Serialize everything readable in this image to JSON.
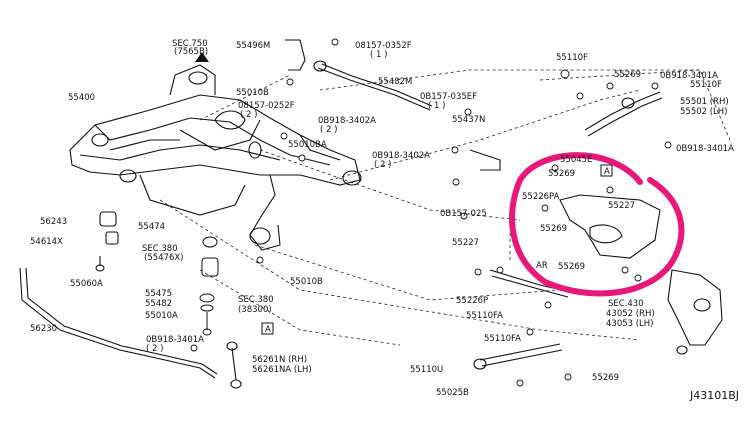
{
  "highlight_color": "#e8177a",
  "diagram_ref": "J43101BJ",
  "labels": {
    "sec750": "SEC.750",
    "sec750b": "(7565B)",
    "p55400": "55400",
    "p55496m": "55496M",
    "bolt08157_0352f": "08157-0352F",
    "bolt08157_0352f_q": "( 1 )",
    "p55010b_top": "55010B",
    "bolt08157_0252f": "08157-0252F",
    "bolt08157_0252f_q": "( 2 )",
    "nut08918_3402a_top": "0B918-3402A",
    "nut08918_3402a_top_q": "( 2 )",
    "p55010ba": "55010BA",
    "nut08918_3402a_mid": "0B918-3402A",
    "nut08918_3402a_mid_q": "( 2 )",
    "p55482m": "55482M",
    "bolt08157_035ef": "0B157-035EF",
    "bolt08157_035ef_q": "( 1 )",
    "p55437n": "55437N",
    "p55110f_a": "55110F",
    "p55269_a": "55269",
    "p55110f_b": "55110F",
    "nut08918_3401a_left": "0B918-3401A",
    "p55501": "55501 (RH)",
    "p55502": "55502 (LH)",
    "nut08918_3401a_right": "0B918-3401A",
    "p55045e": "55045E",
    "p55269_b": "55269",
    "boxA_top": "A",
    "p55226pa": "55226PA",
    "p55227_a": "55227",
    "bolt08157_025": "0B157-025",
    "p55269_c": "55269",
    "p55227_b": "55227",
    "p55269_d": "55269",
    "p55226p": "55226P",
    "p55110fa": "55110FA",
    "sec430": "SEC.430",
    "p43052": "43052 (RH)",
    "p43053": "43053 (LH)",
    "p55110fa_b": "55110FA",
    "p55110u": "55110U",
    "p55269_e": "55269",
    "p55025b": "55025B",
    "p56243": "56243",
    "p54614x": "54614X",
    "p55060a": "55060A",
    "p56230": "56230",
    "p55474": "55474",
    "sec380_a": "SEC.380",
    "sec380_a_b": "(55476X)",
    "p55475": "55475",
    "p55482": "55482",
    "p55010a": "55010A",
    "sec380_b": "SEC.380",
    "sec380_b_b": "(38300)",
    "p55010b_bot": "55010B",
    "nut08918_3401a_low": "0B918-3401A",
    "nut08918_3401a_low_q": "( 2 )",
    "boxA_bot": "A",
    "p56261n": "56261N (RH)",
    "p56261na": "56261NA (LH)",
    "ar": "AR"
  }
}
